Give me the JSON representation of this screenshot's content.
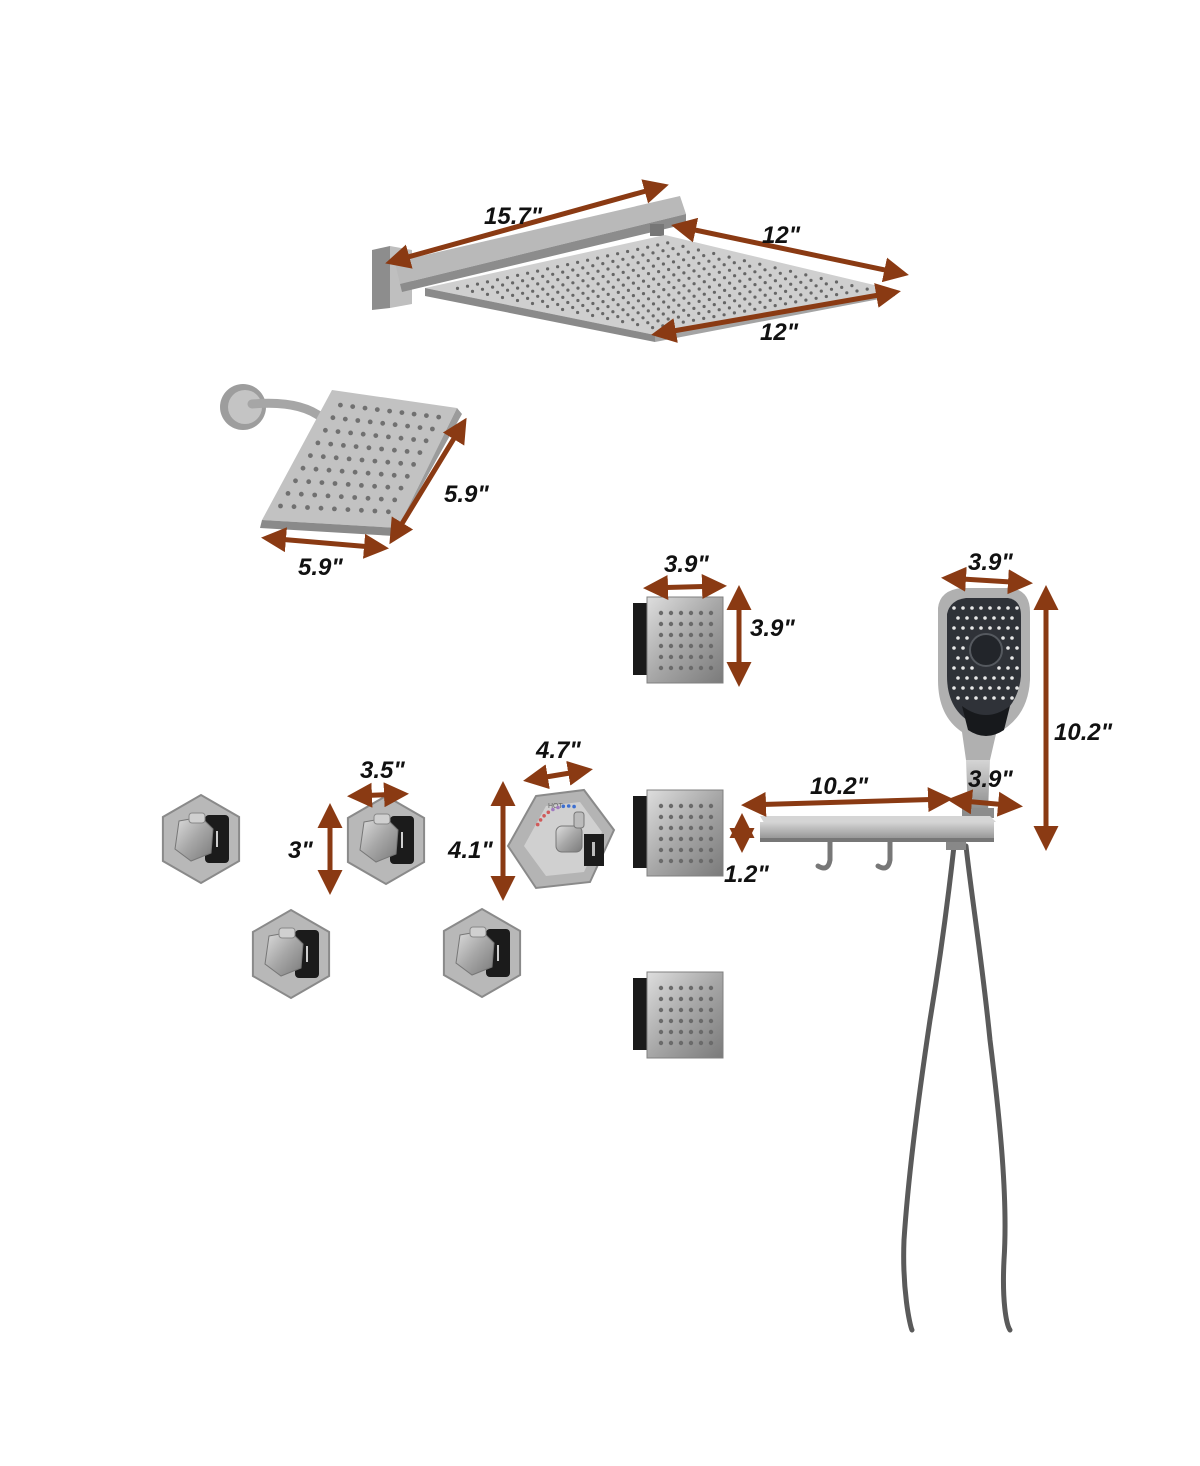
{
  "colors": {
    "background": "#ffffff",
    "dimension_arrow": "#8a3a13",
    "steel": "#9a9a9a",
    "steel_dark": "#6e6e6e",
    "steel_light": "#c9c9c9",
    "nozzle": "#555555",
    "panel_black": "#1a1a1a"
  },
  "dimensions": {
    "rain_arm_length": "15.7\"",
    "rain_head_depth": "12\"",
    "rain_head_width": "12\"",
    "small_head_height": "5.9\"",
    "small_head_width": "5.9\"",
    "body_jet_width": "3.9\"",
    "body_jet_height": "3.9\"",
    "handheld_width": "3.9\"",
    "handheld_height": "10.2\"",
    "valve_width": "3.5\"",
    "valve_height": "3\"",
    "thermostat_width": "4.7\"",
    "thermostat_height": "4.1\"",
    "shelf_length": "10.2\"",
    "shelf_height": "1.2\"",
    "shelf_depth": "3.9\""
  },
  "thermostat_dial": {
    "label": "HOT"
  },
  "icons": {
    "rain_shower_head": "rain-shower-head-icon",
    "small_shower_head": "small-shower-head-icon",
    "body_jet": "body-jet-icon",
    "valve": "diverter-valve-icon",
    "thermostat": "thermostatic-valve-icon",
    "handheld": "handheld-shower-icon",
    "shelf": "shelf-icon",
    "hose": "shower-hose-icon"
  }
}
